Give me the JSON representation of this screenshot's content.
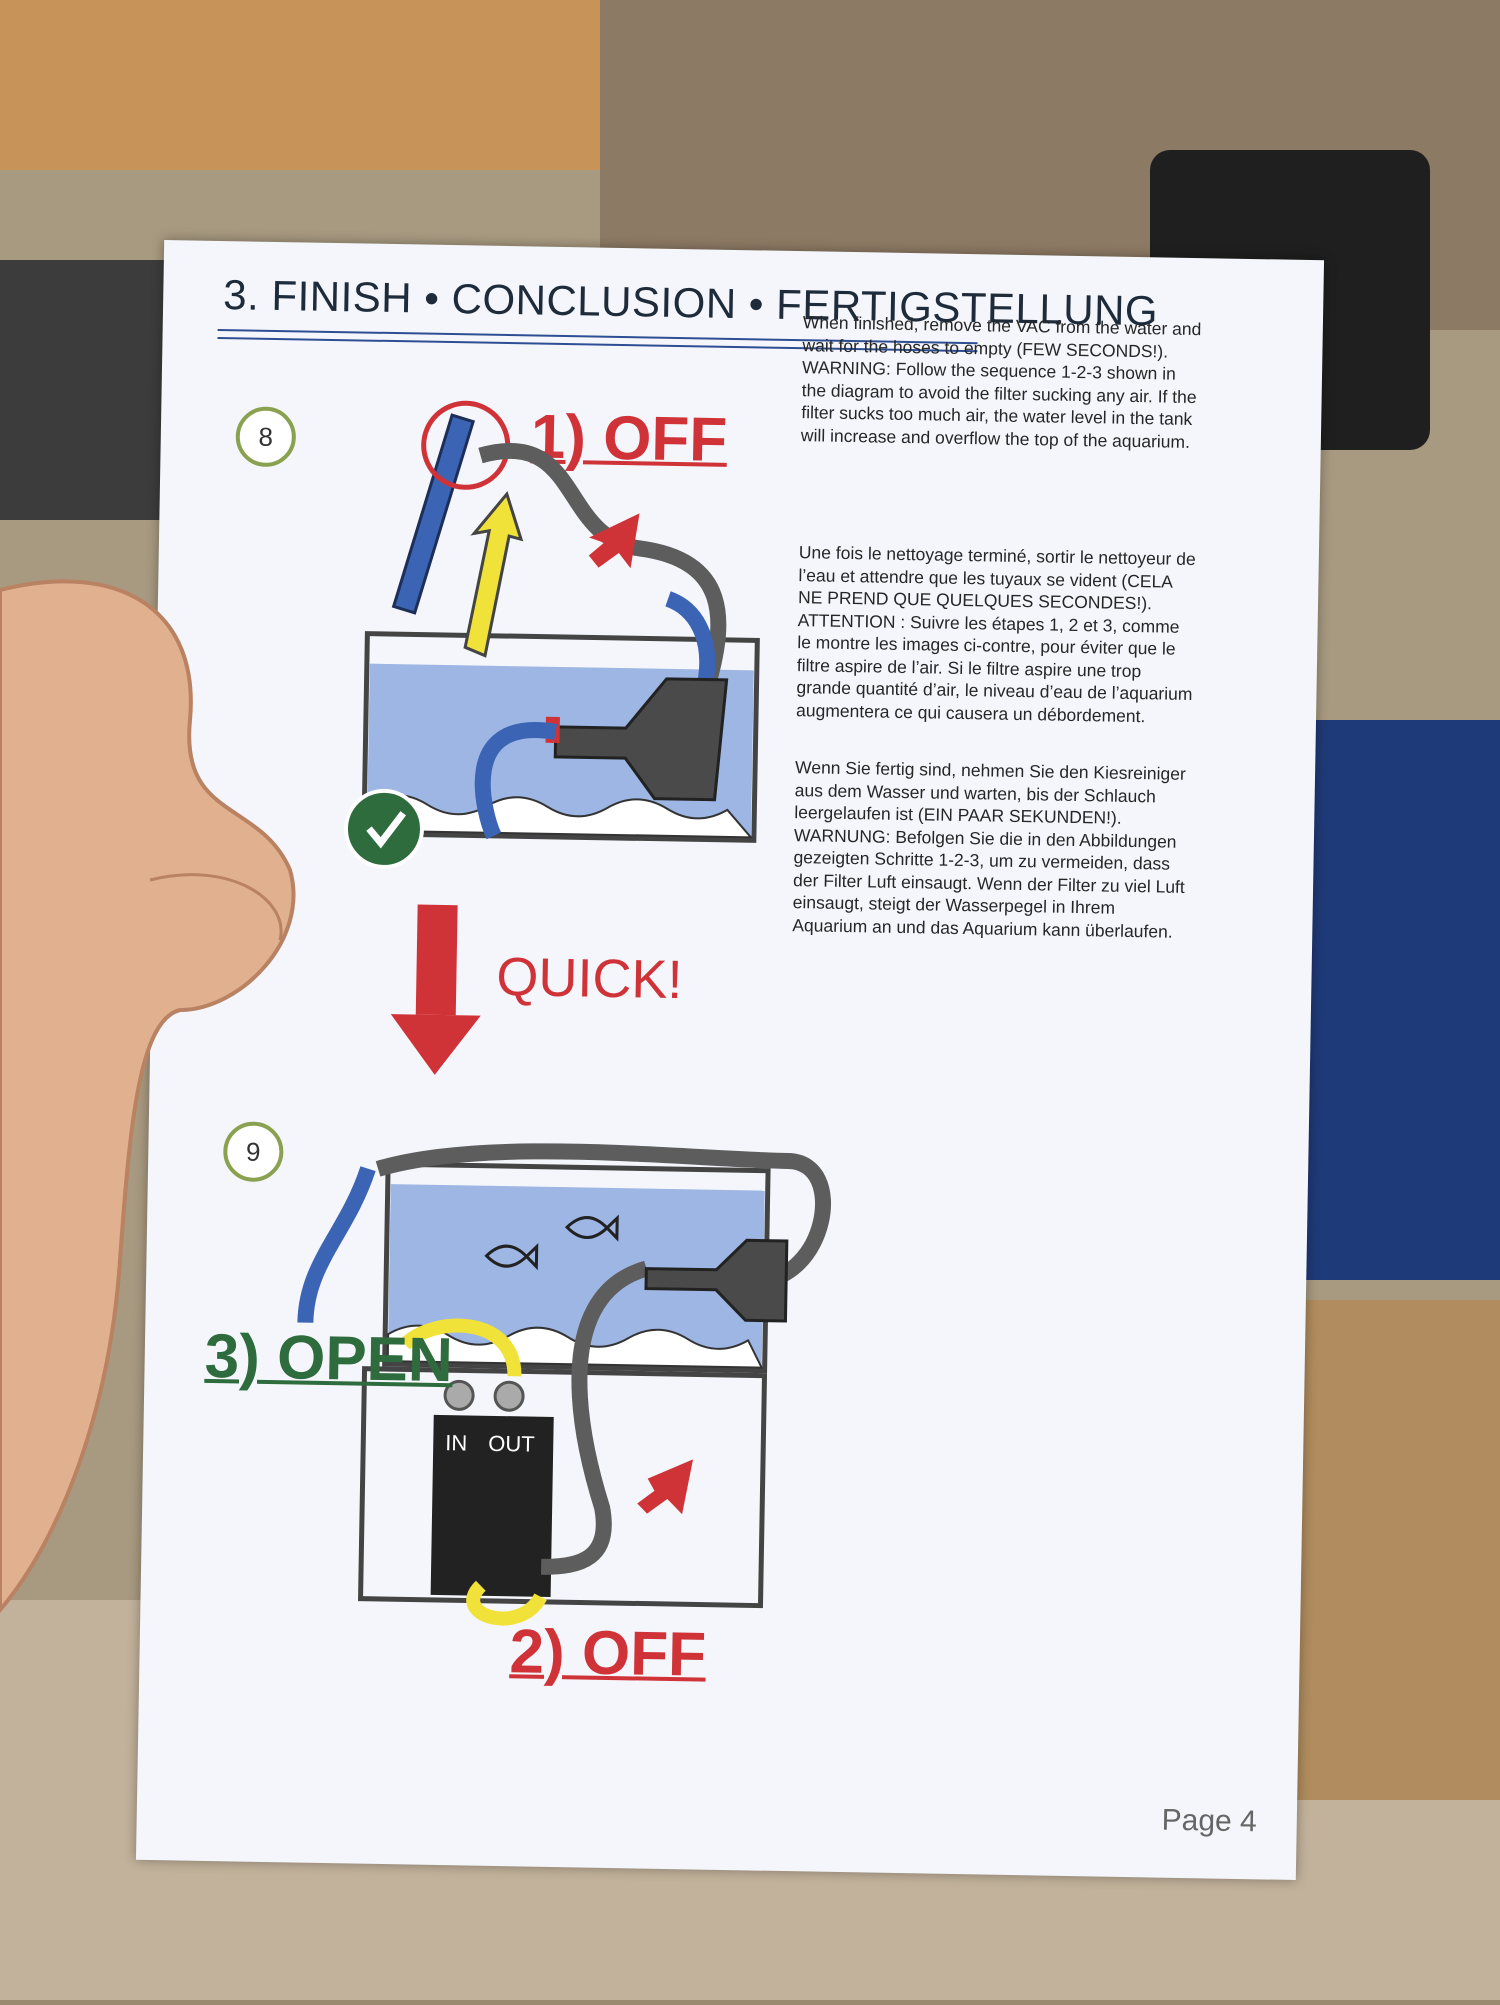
{
  "page": {
    "section_title": "3. FINISH • CONCLUSION • FERTIGSTELLUNG",
    "page_number": "Page 4"
  },
  "step8": {
    "number": "8",
    "label": "1) OFF",
    "quick_label": "QUICK!"
  },
  "step9": {
    "number": "9",
    "open_label": "3) OPEN",
    "off_label": "2) OFF",
    "in_label": "IN",
    "out_label": "OUT"
  },
  "instructions": {
    "english": "When finished, remove the VAC from the water and wait for the hoses to empty (FEW SECONDS!). WARNING: Follow the sequence 1-2-3 shown in the diagram to avoid the filter sucking any air. If the filter sucks too much air, the water level in the tank will increase and overflow the top of the aquarium.",
    "french": "Une fois le nettoyage terminé, sortir le nettoyeur de l’eau et attendre que les tuyaux se vident (CELA NE PREND QUE QUELQUES SECONDES!). ATTENTION : Suivre les étapes 1, 2 et 3, comme le montre les images ci-contre, pour éviter que le filtre aspire de l’air. Si le filtre aspire une trop grande quantité d’air, le niveau d’eau de l’aquarium augmentera ce qui causera un débordement.",
    "german": "Wenn Sie fertig sind, nehmen Sie den Kiesreiniger aus dem Wasser und warten, bis der Schlauch leergelaufen ist (EIN PAAR SEKUNDEN!). WARNUNG: Befolgen Sie die in den Abbildungen gezeigten Schritte 1-2-3, um zu vermeiden, dass der Filter Luft einsaugt. Wenn der Filter zu viel Luft einsaugt, steigt der Wasserpegel in Ihrem Aquarium an und das Aquarium kann überlaufen."
  },
  "colors": {
    "red": "#cf3338",
    "green": "#2e6b3d",
    "blue": "#3b64b5",
    "water": "#9db6e3",
    "yellow": "#f1e23a"
  }
}
